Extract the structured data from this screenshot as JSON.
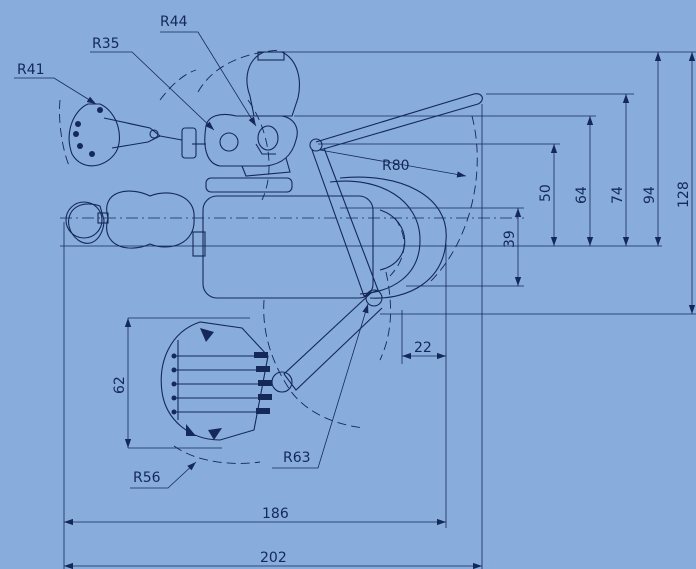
{
  "background_color": "#88acdc",
  "line_color": "#14285a",
  "labels": {
    "r44": "R44",
    "r35": "R35",
    "r41": "R41",
    "r80": "R80",
    "r63": "R63",
    "r56": "R56"
  },
  "dimensions": {
    "d50": "50",
    "d64": "64",
    "d74": "74",
    "d94": "94",
    "d128": "128",
    "d39": "39",
    "d22": "22",
    "d62": "62",
    "d186": "186",
    "d202": "202"
  }
}
